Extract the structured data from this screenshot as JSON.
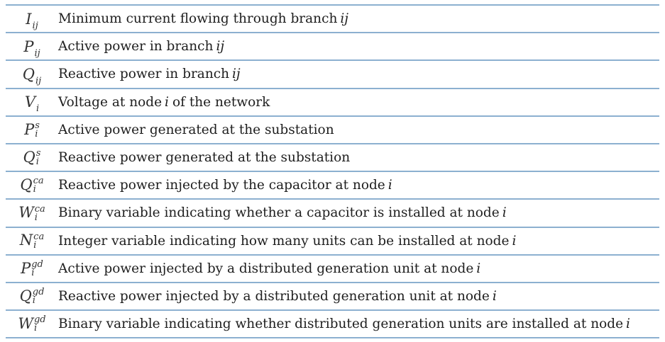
{
  "rows": [
    {
      "symbol": "I",
      "sub": "ij",
      "sup": "",
      "description": "Minimum current flowing through branch",
      "math": "ij"
    },
    {
      "symbol": "P",
      "sub": "ij",
      "sup": "",
      "description": "Active power in branch",
      "math": "ij"
    },
    {
      "symbol": "Q",
      "sub": "ij",
      "sup": "",
      "description": "Reactive power in branch",
      "math": "ij"
    },
    {
      "symbol": "V",
      "sub": "i",
      "sup": "",
      "description": "Voltage at node",
      "math": "i",
      "suffix": "of the network"
    },
    {
      "symbol": "P",
      "sub": "i",
      "sup": "s",
      "description": "Active power generated at the substation",
      "math": ""
    },
    {
      "symbol": "Q",
      "sub": "i",
      "sup": "s",
      "description": "Reactive power generated at the substation",
      "math": ""
    },
    {
      "symbol": "Q",
      "sub": "i",
      "sup": "ca",
      "description": "Reactive power injected by the capacitor at node",
      "math": "i"
    },
    {
      "symbol": "W",
      "sub": "i",
      "sup": "ca",
      "description": "Binary variable indicating whether a capacitor is installed at node",
      "math": "i"
    },
    {
      "symbol": "N",
      "sub": "i",
      "sup": "ca",
      "description": "Integer variable indicating how many units can be installed at node",
      "math": "i"
    },
    {
      "symbol": "P",
      "sub": "i",
      "sup": "gd",
      "description": "Active power injected by a distributed generation unit at node",
      "math": "i"
    },
    {
      "symbol": "Q",
      "sub": "i",
      "sup": "gd",
      "description": "Reactive power injected by a distributed generation unit at node",
      "math": "i"
    },
    {
      "symbol": "W",
      "sub": "i",
      "sup": "gd",
      "description": "Binary variable indicating whether distributed generation units are installed at node",
      "math": "i"
    }
  ]
}
